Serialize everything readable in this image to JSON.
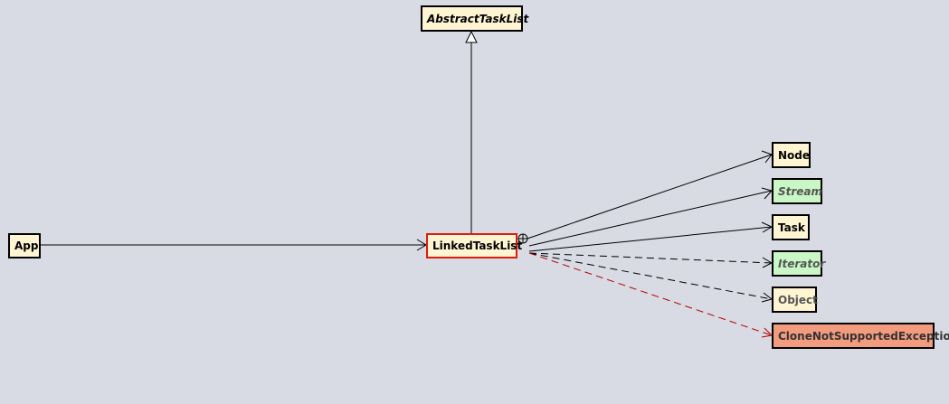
{
  "diagram": {
    "classes": {
      "abstract_task_list": "AbstractTaskList",
      "linked_task_list": "LinkedTaskList",
      "app": "App",
      "node": "Node",
      "stream": "Stream",
      "task": "Task",
      "iterator": "Iterator",
      "object": "Object",
      "clone_not_supported_exception": "CloneNotSupportedException"
    },
    "colors": {
      "background": "#d8dbe3",
      "class_fill": "#fff5d2",
      "interface_fill": "#c9f7c6",
      "exception_fill": "#f39b7e",
      "selection_border": "#e01b0b",
      "exception_dependency": "#b50000"
    }
  }
}
